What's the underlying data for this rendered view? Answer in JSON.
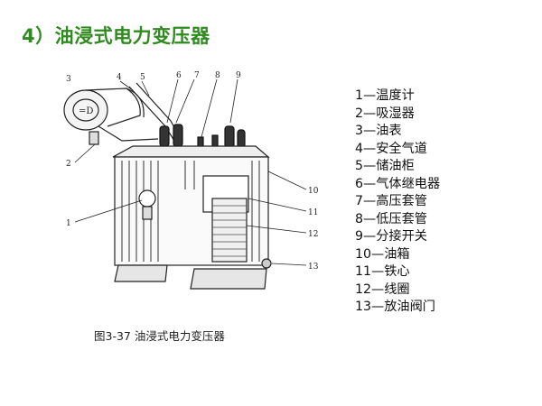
{
  "slide": {
    "title": "4）油浸式电力变压器"
  },
  "figure": {
    "caption": "图3-37  油浸式电力变压器",
    "callout_numbers": [
      "1",
      "2",
      "3",
      "4",
      "5",
      "6",
      "7",
      "8",
      "9",
      "10",
      "11",
      "12",
      "13"
    ]
  },
  "legend": {
    "items": [
      "1—温度计",
      "2—吸湿器",
      "3—油表",
      "4—安全气道",
      "5—储油柜",
      "6—气体继电器",
      "7—高压套管",
      "8—低压套管",
      "9—分接开关",
      "10—油箱",
      "11—铁心",
      "12—线圈",
      "13—放油阀门"
    ]
  },
  "colors": {
    "title": "#2f8a1f",
    "text": "#111111"
  }
}
